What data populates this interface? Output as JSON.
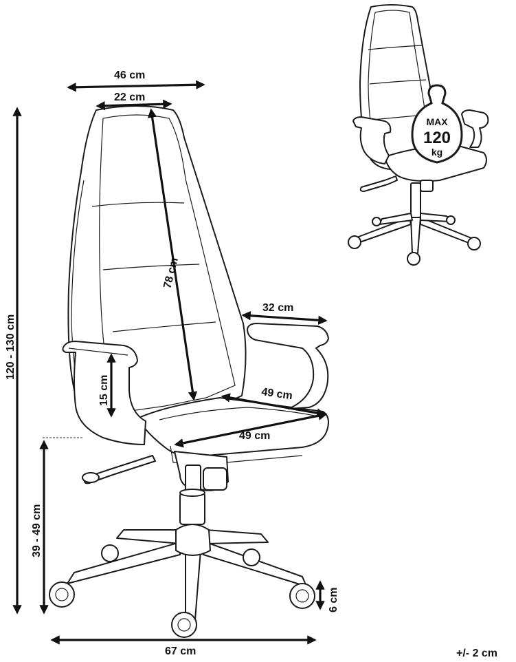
{
  "dimensions": {
    "width_top": "46 cm",
    "width_headrest": "22 cm",
    "backrest_height": "78 cm",
    "total_height": "120 - 130 cm",
    "armrest_depth": "32 cm",
    "armrest_height": "15 cm",
    "seat_depth": "49 cm",
    "seat_width": "49 cm",
    "seat_height": "39 - 49 cm",
    "base_diameter": "67 cm",
    "caster_height": "6 cm"
  },
  "tolerance": "+/- 2 cm",
  "weight_badge": {
    "line1": "MAX",
    "line2": "120",
    "line3": "kg"
  }
}
